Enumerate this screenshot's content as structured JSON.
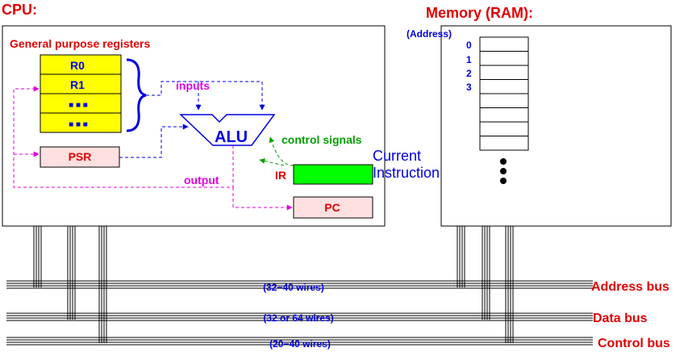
{
  "cpu": {
    "title": "CPU:",
    "registers_title": "General purpose registers",
    "registers": [
      "R0",
      "R1",
      "■ ■ ■",
      "■ ■ ■"
    ],
    "inputs_label": "inputs",
    "alu_label": "ALU",
    "control_label": "control signals",
    "psr_label": "PSR",
    "output_label": "output",
    "ir_label": "IR",
    "pc_label": "PC",
    "current_instruction_line1": "Current",
    "current_instruction_line2": "Instruction"
  },
  "memory": {
    "title": "Memory (RAM):",
    "address_header": "(Address)",
    "addresses": [
      "0",
      "1",
      "2",
      "3"
    ]
  },
  "buses": [
    {
      "wires": "(32−40 wires)",
      "name": "Address bus"
    },
    {
      "wires": "(32 or 64 wires)",
      "name": "Data bus"
    },
    {
      "wires": "(20−40 wires)",
      "name": "Control bus"
    }
  ],
  "colors": {
    "register_fill": "#ffff00",
    "psr_pc_fill": "#ffe0e0",
    "ir_fill": "#00ff00",
    "title_red": "#e00000",
    "label_blue": "#0000e0",
    "label_magenta": "#e000e0",
    "label_green": "#00a000"
  }
}
